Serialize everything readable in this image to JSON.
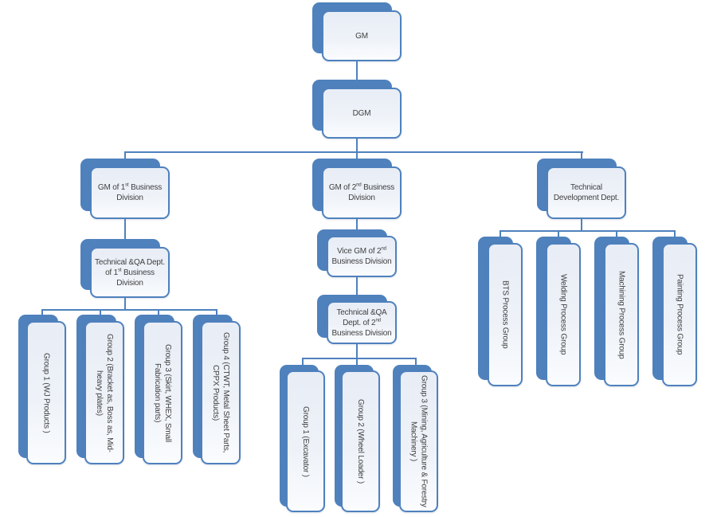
{
  "diagram": {
    "kind": "organization-chart",
    "accent_color": "#4f81bd",
    "node_fill_color": "#eef2f8",
    "connector_color": "#4f81bd",
    "nodes": {
      "gm": {
        "label": "GM"
      },
      "dgm": {
        "label": "DGM"
      },
      "gm_1st": {
        "label": "GM of 1st Business Division"
      },
      "gm_2nd": {
        "label": "GM of 2nd Business Division"
      },
      "tech_dev": {
        "label": "Technical Development Dept."
      },
      "techqa_1st": {
        "label": "Technical &QA Dept. of 1st Business Division"
      },
      "vice_gm_2nd": {
        "label": "Vice GM of 2nd Business Division"
      },
      "techqa_2nd": {
        "label": "Technical &QA Dept. of 2nd Business Division"
      },
      "group1_1st": {
        "label": "Group 1 (WJ Products )"
      },
      "group2_1st": {
        "label": "Group 2 (Bracket as, Boss as, Mid-heavy plates)"
      },
      "group3_1st": {
        "label": "Group 3 (Skirt, WHEX, Small Fabrication parts)"
      },
      "group4_1st": {
        "label": "Group 4 (CTWT, Metal Sheet Parts, CPPX Products)"
      },
      "group1_2nd": {
        "label": "Group 1 (Excavator )"
      },
      "group2_2nd": {
        "label": "Group 2 (Wheel Loader )"
      },
      "group3_2nd": {
        "label": "Group 3 (Mining, Agriculture & Forestry Machinery )"
      },
      "bts": {
        "label": "BTS Process Group"
      },
      "welding": {
        "label": "Welding Process Group"
      },
      "machining": {
        "label": "Machining Process Group"
      },
      "painting": {
        "label": "Painting Process Group"
      }
    }
  }
}
